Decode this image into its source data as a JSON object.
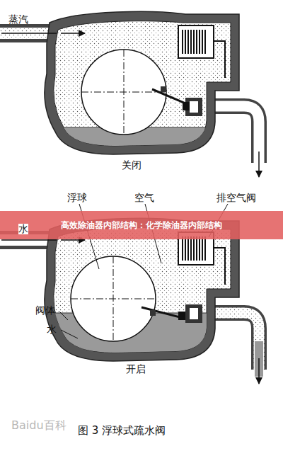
{
  "diagram": {
    "caption": "图 3 浮球式疏水阀",
    "nodes": [
      {
        "text": [
          "高效除油器内部结构：化学除油器内部结构"
        ]
      }
    ],
    "labels": [
      "蒸汽",
      "关闭",
      "浮球",
      "空气",
      "排空气阀",
      "水",
      "阀体",
      "水",
      "开启",
      "Baidu百科"
    ]
  }
}
